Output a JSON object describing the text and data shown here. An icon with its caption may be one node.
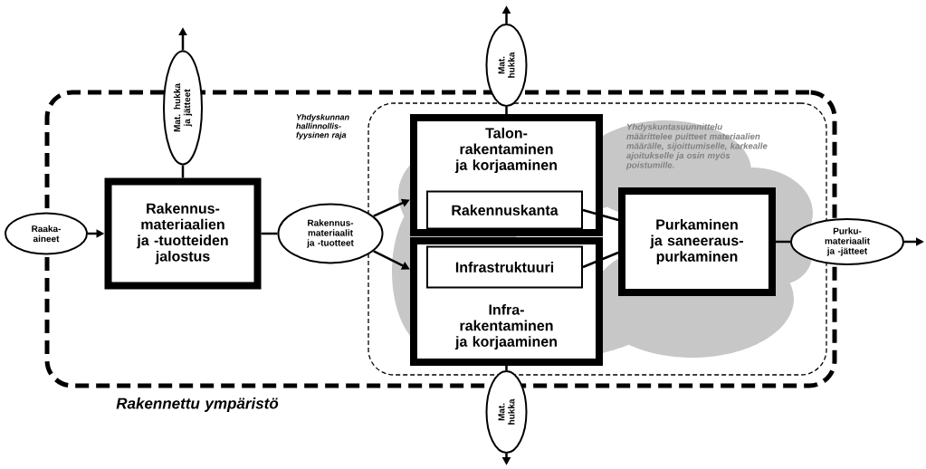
{
  "diagram": {
    "nodes": [
      {
        "text": [
          "Rakennettu ympäristö"
        ]
      },
      {
        "text": [
          "Yhdyskunnan hallinnollis- fyysinen raja"
        ],
        "in": 0
      },
      {
        "text": [
          "Yhdyskuntasuunnittelu määrittelee puitteet materiaalien määrälle, sijoittumiselle, karkealle ajoitukselle ja osin myös poistumille."
        ],
        "in": 1
      },
      {
        "text": [
          "Raaka- aineet"
        ]
      },
      {
        "text": [
          "Rakennus- materiaalien ja -tuotteiden jalostus"
        ],
        "in": 0
      },
      {
        "text": [
          "Mat. hukka ja jätteet"
        ]
      },
      {
        "text": [
          "Rakennus- materiaalit ja -tuotteet"
        ],
        "in": 0
      },
      {
        "text": [
          "Talon- rakentaminen ja korjaaminen"
        ],
        "in": 2
      },
      {
        "text": [
          "Rakennuskanta"
        ],
        "in": 7
      },
      {
        "text": [
          "Infra- rakentaminen ja korjaaminen"
        ],
        "in": 2
      },
      {
        "text": [
          "Infrastruktuuri"
        ],
        "in": 9
      },
      {
        "text": [
          "Mat. hukka"
        ]
      },
      {
        "text": [
          "Mat. hukka"
        ]
      },
      {
        "text": [
          "Purkaminen ja saneeraus- purkaminen"
        ],
        "in": 2
      },
      {
        "text": [
          "Purku- materiaalit ja -jätteet"
        ]
      }
    ],
    "edges": [
      {
        "from": 3,
        "to": 4,
        "arrow": "to"
      },
      {
        "from": 4,
        "to": 5,
        "arrow": "none"
      },
      {
        "from": 5,
        "to": null,
        "arrow": "to"
      },
      {
        "from": 4,
        "to": 6,
        "arrow": "none"
      },
      {
        "from": 6,
        "to": 7,
        "arrow": "to"
      },
      {
        "from": 6,
        "to": 9,
        "arrow": "to"
      },
      {
        "from": 7,
        "to": 11,
        "arrow": "none"
      },
      {
        "from": 11,
        "to": null,
        "arrow": "to"
      },
      {
        "from": 9,
        "to": 12,
        "arrow": "none"
      },
      {
        "from": 12,
        "to": null,
        "arrow": "to"
      },
      {
        "from": 8,
        "to": 13,
        "arrow": "none"
      },
      {
        "from": 10,
        "to": 13,
        "arrow": "none"
      },
      {
        "from": 13,
        "to": 14,
        "arrow": "none"
      },
      {
        "from": 14,
        "to": null,
        "arrow": "to"
      }
    ]
  }
}
